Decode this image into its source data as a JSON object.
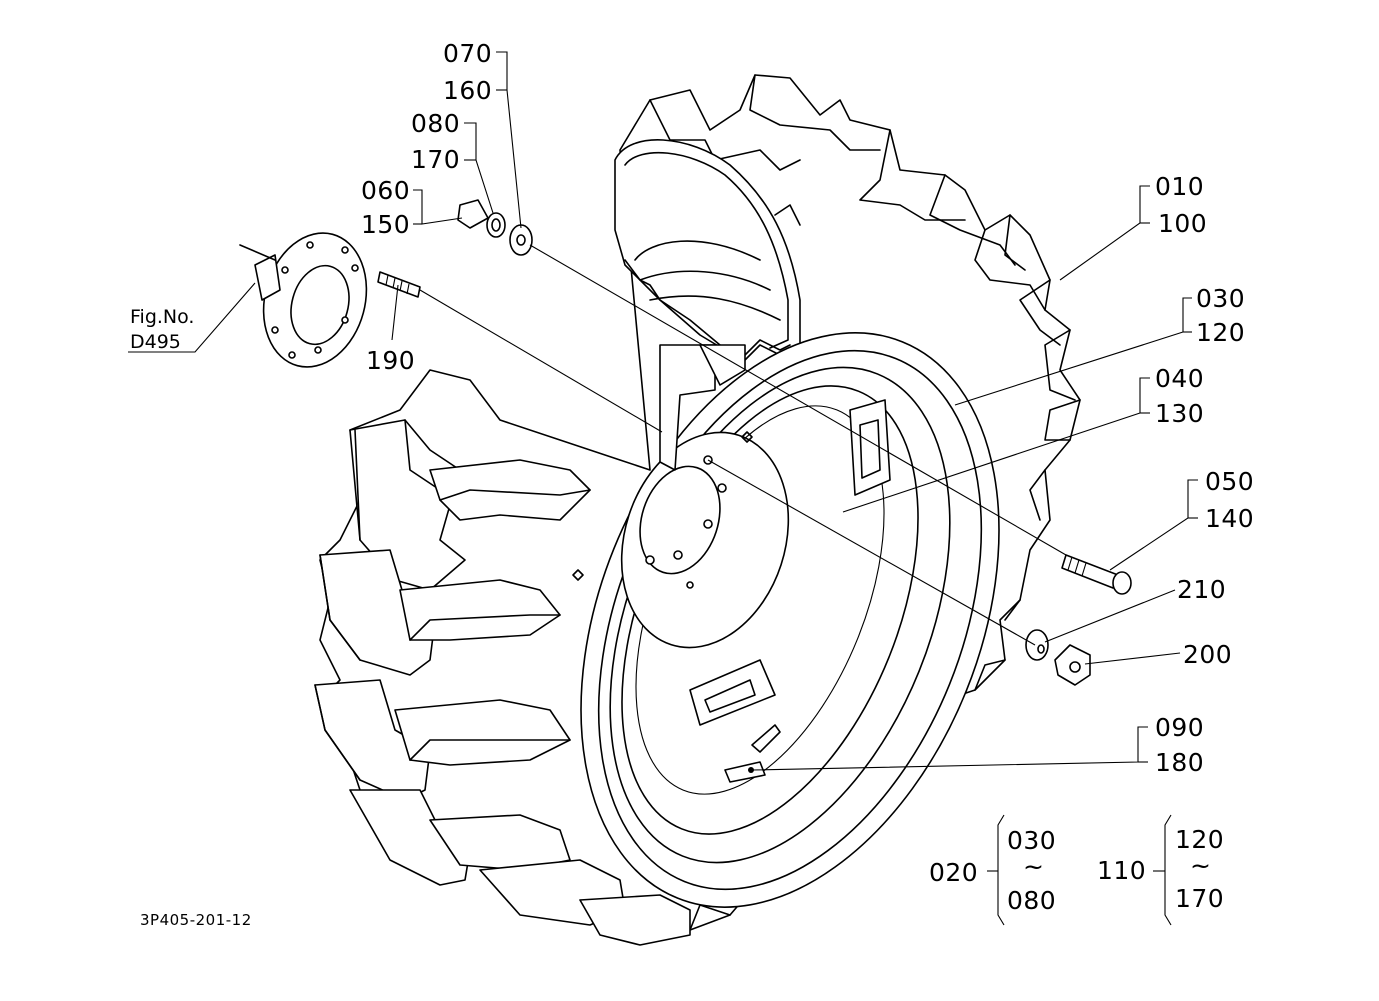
{
  "drawing_number": "3P405-201-12",
  "figure_reference": {
    "line1": "Fig.No.",
    "line2": "D495"
  },
  "parts": {
    "p070": "070",
    "p160": "160",
    "p080": "080",
    "p170": "170",
    "p060": "060",
    "p150": "150",
    "p010": "010",
    "p100": "100",
    "p030": "030",
    "p120": "120",
    "p040": "040",
    "p130": "130",
    "p050": "050",
    "p140": "140",
    "p190": "190",
    "p210": "210",
    "p200": "200",
    "p090": "090",
    "p180": "180"
  },
  "groups": {
    "left": {
      "parent": "020",
      "from": "030",
      "tilde": "~",
      "to": "080"
    },
    "right": {
      "parent": "110",
      "from": "120",
      "tilde": "~",
      "to": "170"
    }
  }
}
